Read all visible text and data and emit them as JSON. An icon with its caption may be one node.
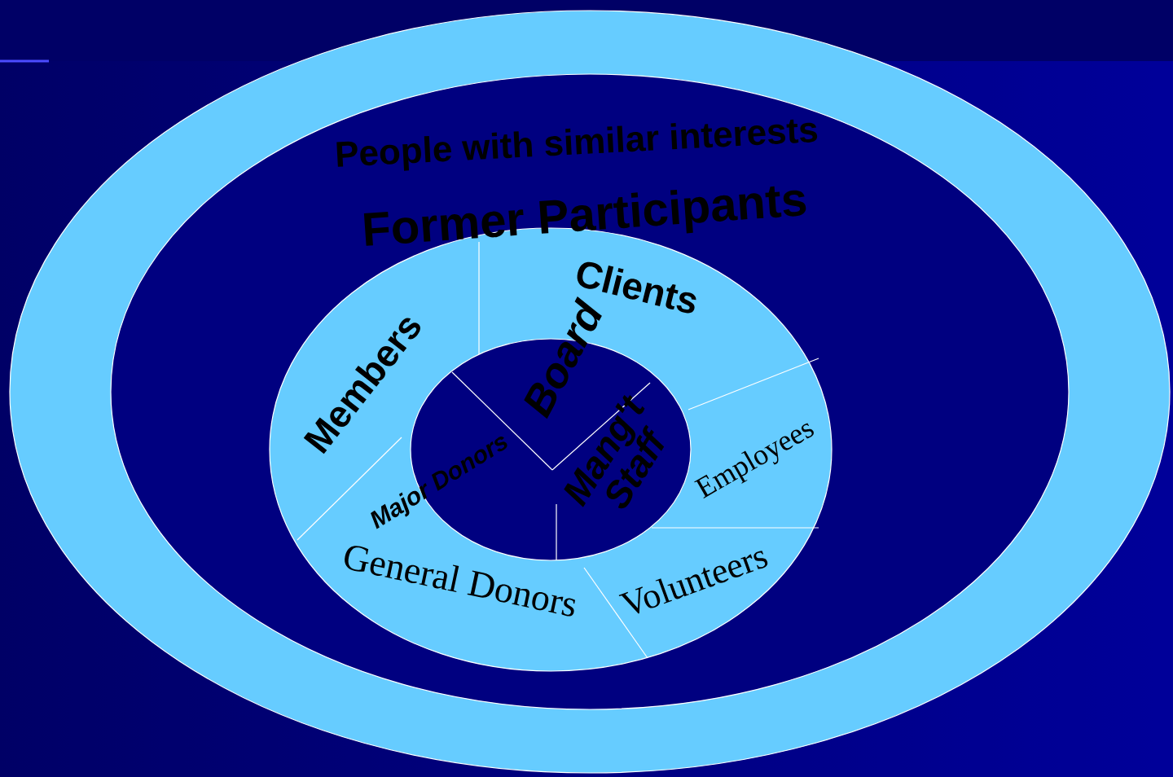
{
  "diagram": {
    "nodes": [
      {
        "text": [],
        "shape": "ellipse"
      },
      {
        "text": [
          "People with similar interests",
          "Former Participants"
        ],
        "in": 0
      },
      {
        "text": [
          "Members",
          "Clients",
          "Employees",
          "Volunteers",
          "General Donors"
        ],
        "in": 1
      },
      {
        "text": [
          "Board",
          "Mang't Staff",
          "Major Donors"
        ],
        "in": 2
      }
    ]
  }
}
